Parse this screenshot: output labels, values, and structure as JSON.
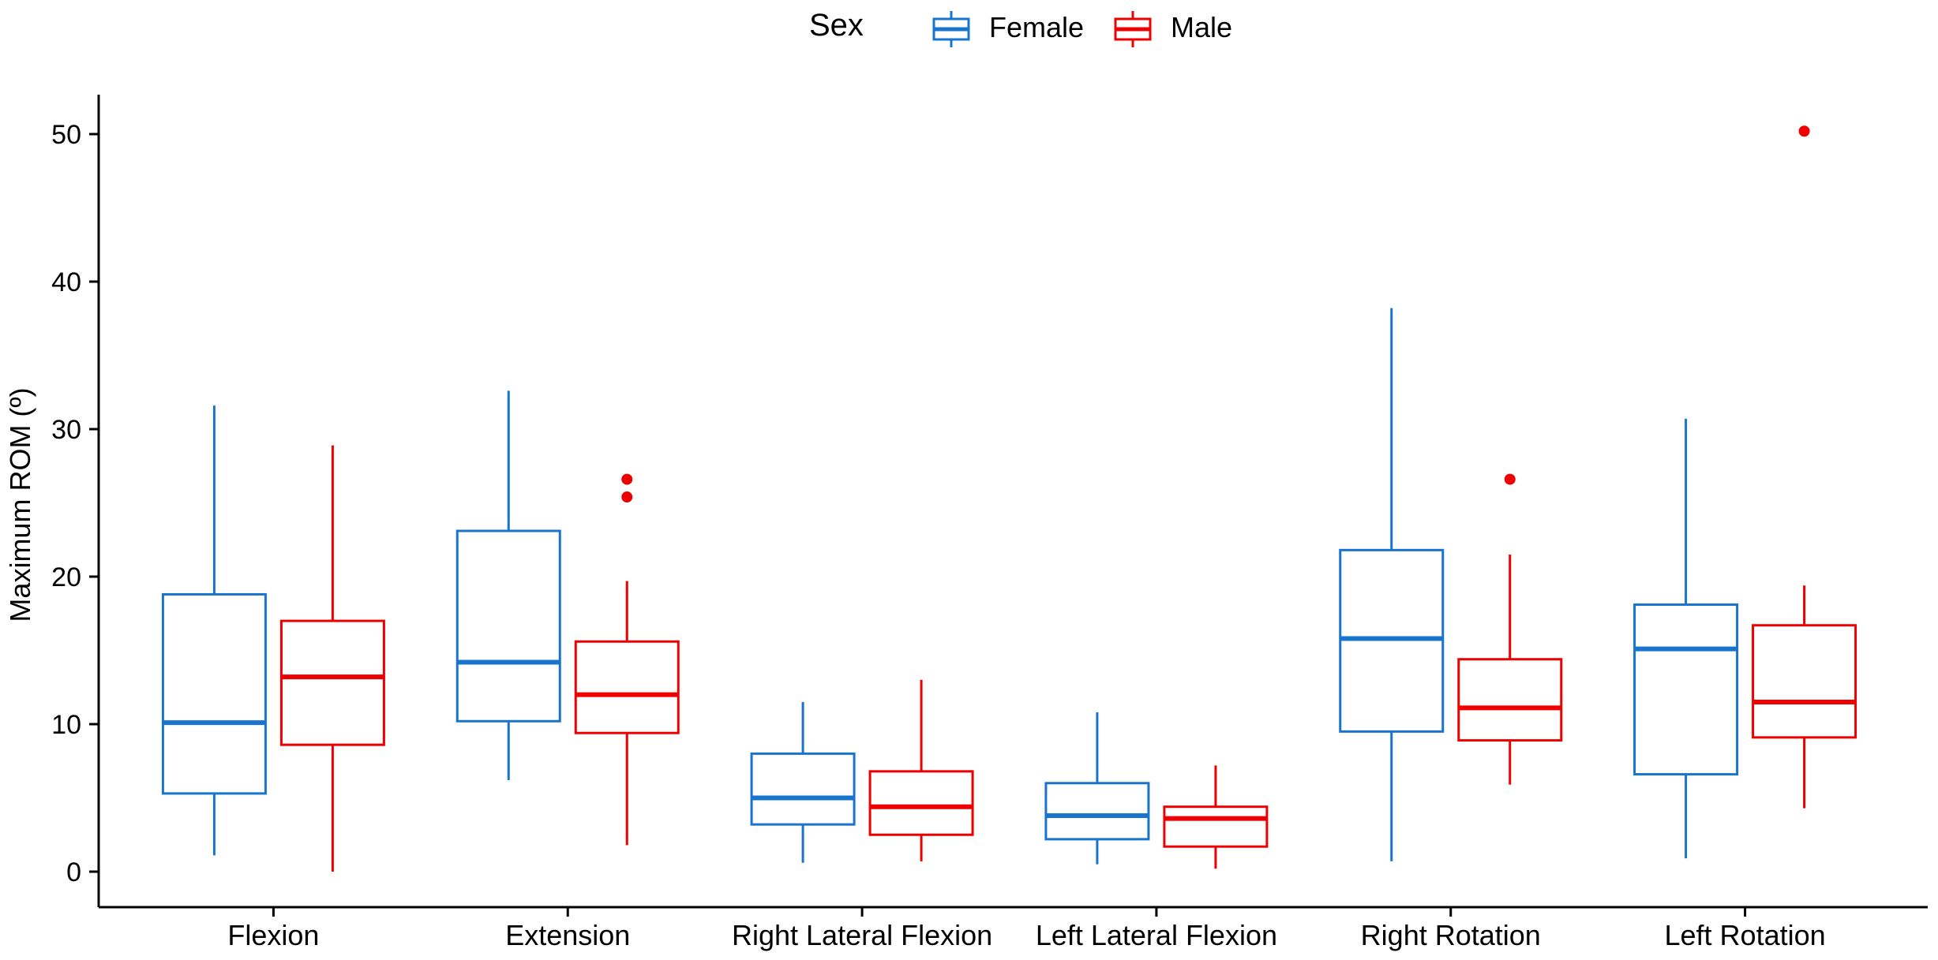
{
  "chart_data": {
    "type": "boxplot",
    "title": "",
    "xlabel": "",
    "ylabel": "Maximum ROM (º)",
    "ylim": [
      -2.5,
      52.5
    ],
    "yticks": [
      0,
      10,
      20,
      30,
      40,
      50
    ],
    "grid": false,
    "legend": {
      "title": "Sex",
      "position": "top"
    },
    "categories": [
      "Flexion",
      "Extension",
      "Right Lateral Flexion",
      "Left Lateral Flexion",
      "Right Rotation",
      "Left Rotation"
    ],
    "series": [
      {
        "name": "Female",
        "color": "#1874CD",
        "boxes": [
          {
            "min": 1.1,
            "q1": 5.3,
            "median": 10.1,
            "q3": 18.8,
            "max": 31.6,
            "outliers": []
          },
          {
            "min": 6.2,
            "q1": 10.2,
            "median": 14.2,
            "q3": 23.1,
            "max": 32.6,
            "outliers": []
          },
          {
            "min": 0.6,
            "q1": 3.2,
            "median": 5.0,
            "q3": 8.0,
            "max": 11.5,
            "outliers": []
          },
          {
            "min": 0.5,
            "q1": 2.2,
            "median": 3.8,
            "q3": 6.0,
            "max": 10.8,
            "outliers": []
          },
          {
            "min": 0.7,
            "q1": 9.5,
            "median": 15.8,
            "q3": 21.8,
            "max": 38.2,
            "outliers": []
          },
          {
            "min": 0.9,
            "q1": 6.6,
            "median": 15.1,
            "q3": 18.1,
            "max": 30.7,
            "outliers": []
          }
        ]
      },
      {
        "name": "Male",
        "color": "#EE0000",
        "boxes": [
          {
            "min": 0.0,
            "q1": 8.6,
            "median": 13.2,
            "q3": 17.0,
            "max": 28.9,
            "outliers": []
          },
          {
            "min": 1.8,
            "q1": 9.4,
            "median": 12.0,
            "q3": 15.6,
            "max": 19.7,
            "outliers": [
              26.6,
              25.4
            ]
          },
          {
            "min": 0.7,
            "q1": 2.5,
            "median": 4.4,
            "q3": 6.8,
            "max": 13.0,
            "outliers": []
          },
          {
            "min": 0.2,
            "q1": 1.7,
            "median": 3.6,
            "q3": 4.4,
            "max": 7.2,
            "outliers": []
          },
          {
            "min": 5.9,
            "q1": 8.9,
            "median": 11.1,
            "q3": 14.4,
            "max": 21.5,
            "outliers": [
              26.6
            ]
          },
          {
            "min": 4.3,
            "q1": 9.1,
            "median": 11.5,
            "q3": 16.7,
            "max": 19.4,
            "outliers": [
              50.2
            ]
          }
        ]
      }
    ]
  }
}
